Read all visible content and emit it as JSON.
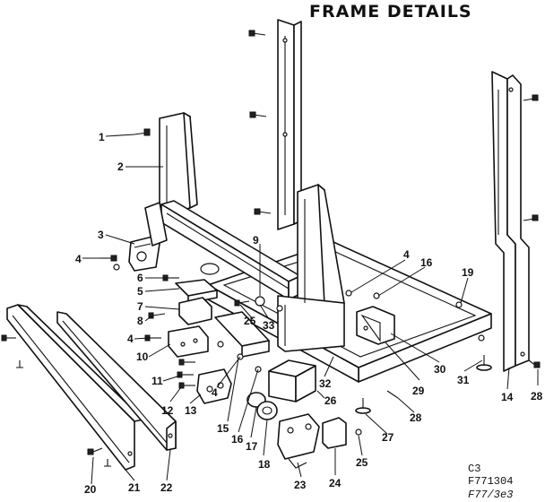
{
  "title": "FRAME DETAILS",
  "codes": [
    "C3",
    "F771304",
    "F77/3e3"
  ],
  "callouts": [
    {
      "id": "c1",
      "label": "1"
    },
    {
      "id": "c2",
      "label": "2"
    },
    {
      "id": "c3",
      "label": "3"
    },
    {
      "id": "c4a",
      "label": "4"
    },
    {
      "id": "c4b",
      "label": "4"
    },
    {
      "id": "c4c",
      "label": "4"
    },
    {
      "id": "c4d",
      "label": "4"
    },
    {
      "id": "c5",
      "label": "5"
    },
    {
      "id": "c6",
      "label": "6"
    },
    {
      "id": "c7",
      "label": "7"
    },
    {
      "id": "c8",
      "label": "8"
    },
    {
      "id": "c9",
      "label": "9"
    },
    {
      "id": "c10",
      "label": "10"
    },
    {
      "id": "c11",
      "label": "11"
    },
    {
      "id": "c12",
      "label": "12"
    },
    {
      "id": "c13",
      "label": "13"
    },
    {
      "id": "c14",
      "label": "14"
    },
    {
      "id": "c15",
      "label": "15"
    },
    {
      "id": "c16a",
      "label": "16"
    },
    {
      "id": "c16b",
      "label": "16"
    },
    {
      "id": "c17",
      "label": "17"
    },
    {
      "id": "c18",
      "label": "18"
    },
    {
      "id": "c19",
      "label": "19"
    },
    {
      "id": "c20",
      "label": "20"
    },
    {
      "id": "c21",
      "label": "21"
    },
    {
      "id": "c22",
      "label": "22"
    },
    {
      "id": "c23",
      "label": "23"
    },
    {
      "id": "c24",
      "label": "24"
    },
    {
      "id": "c25a",
      "label": "25"
    },
    {
      "id": "c25b",
      "label": "25"
    },
    {
      "id": "c26",
      "label": "26"
    },
    {
      "id": "c27",
      "label": "27"
    },
    {
      "id": "c28a",
      "label": "28"
    },
    {
      "id": "c28b",
      "label": "28"
    },
    {
      "id": "c29",
      "label": "29"
    },
    {
      "id": "c30",
      "label": "30"
    },
    {
      "id": "c31",
      "label": "31"
    },
    {
      "id": "c32",
      "label": "32"
    },
    {
      "id": "c33",
      "label": "33"
    }
  ]
}
